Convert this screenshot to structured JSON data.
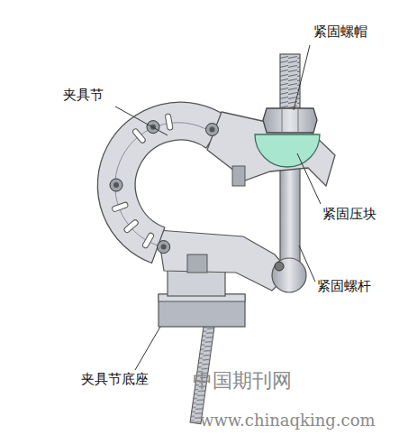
{
  "diagram": {
    "labels": [
      "紧固螺帽",
      "夹具节",
      "紧固压块",
      "紧固螺杆",
      "夹具节底座",
      "中国期刊网",
      "www.chinaqking.com"
    ]
  }
}
